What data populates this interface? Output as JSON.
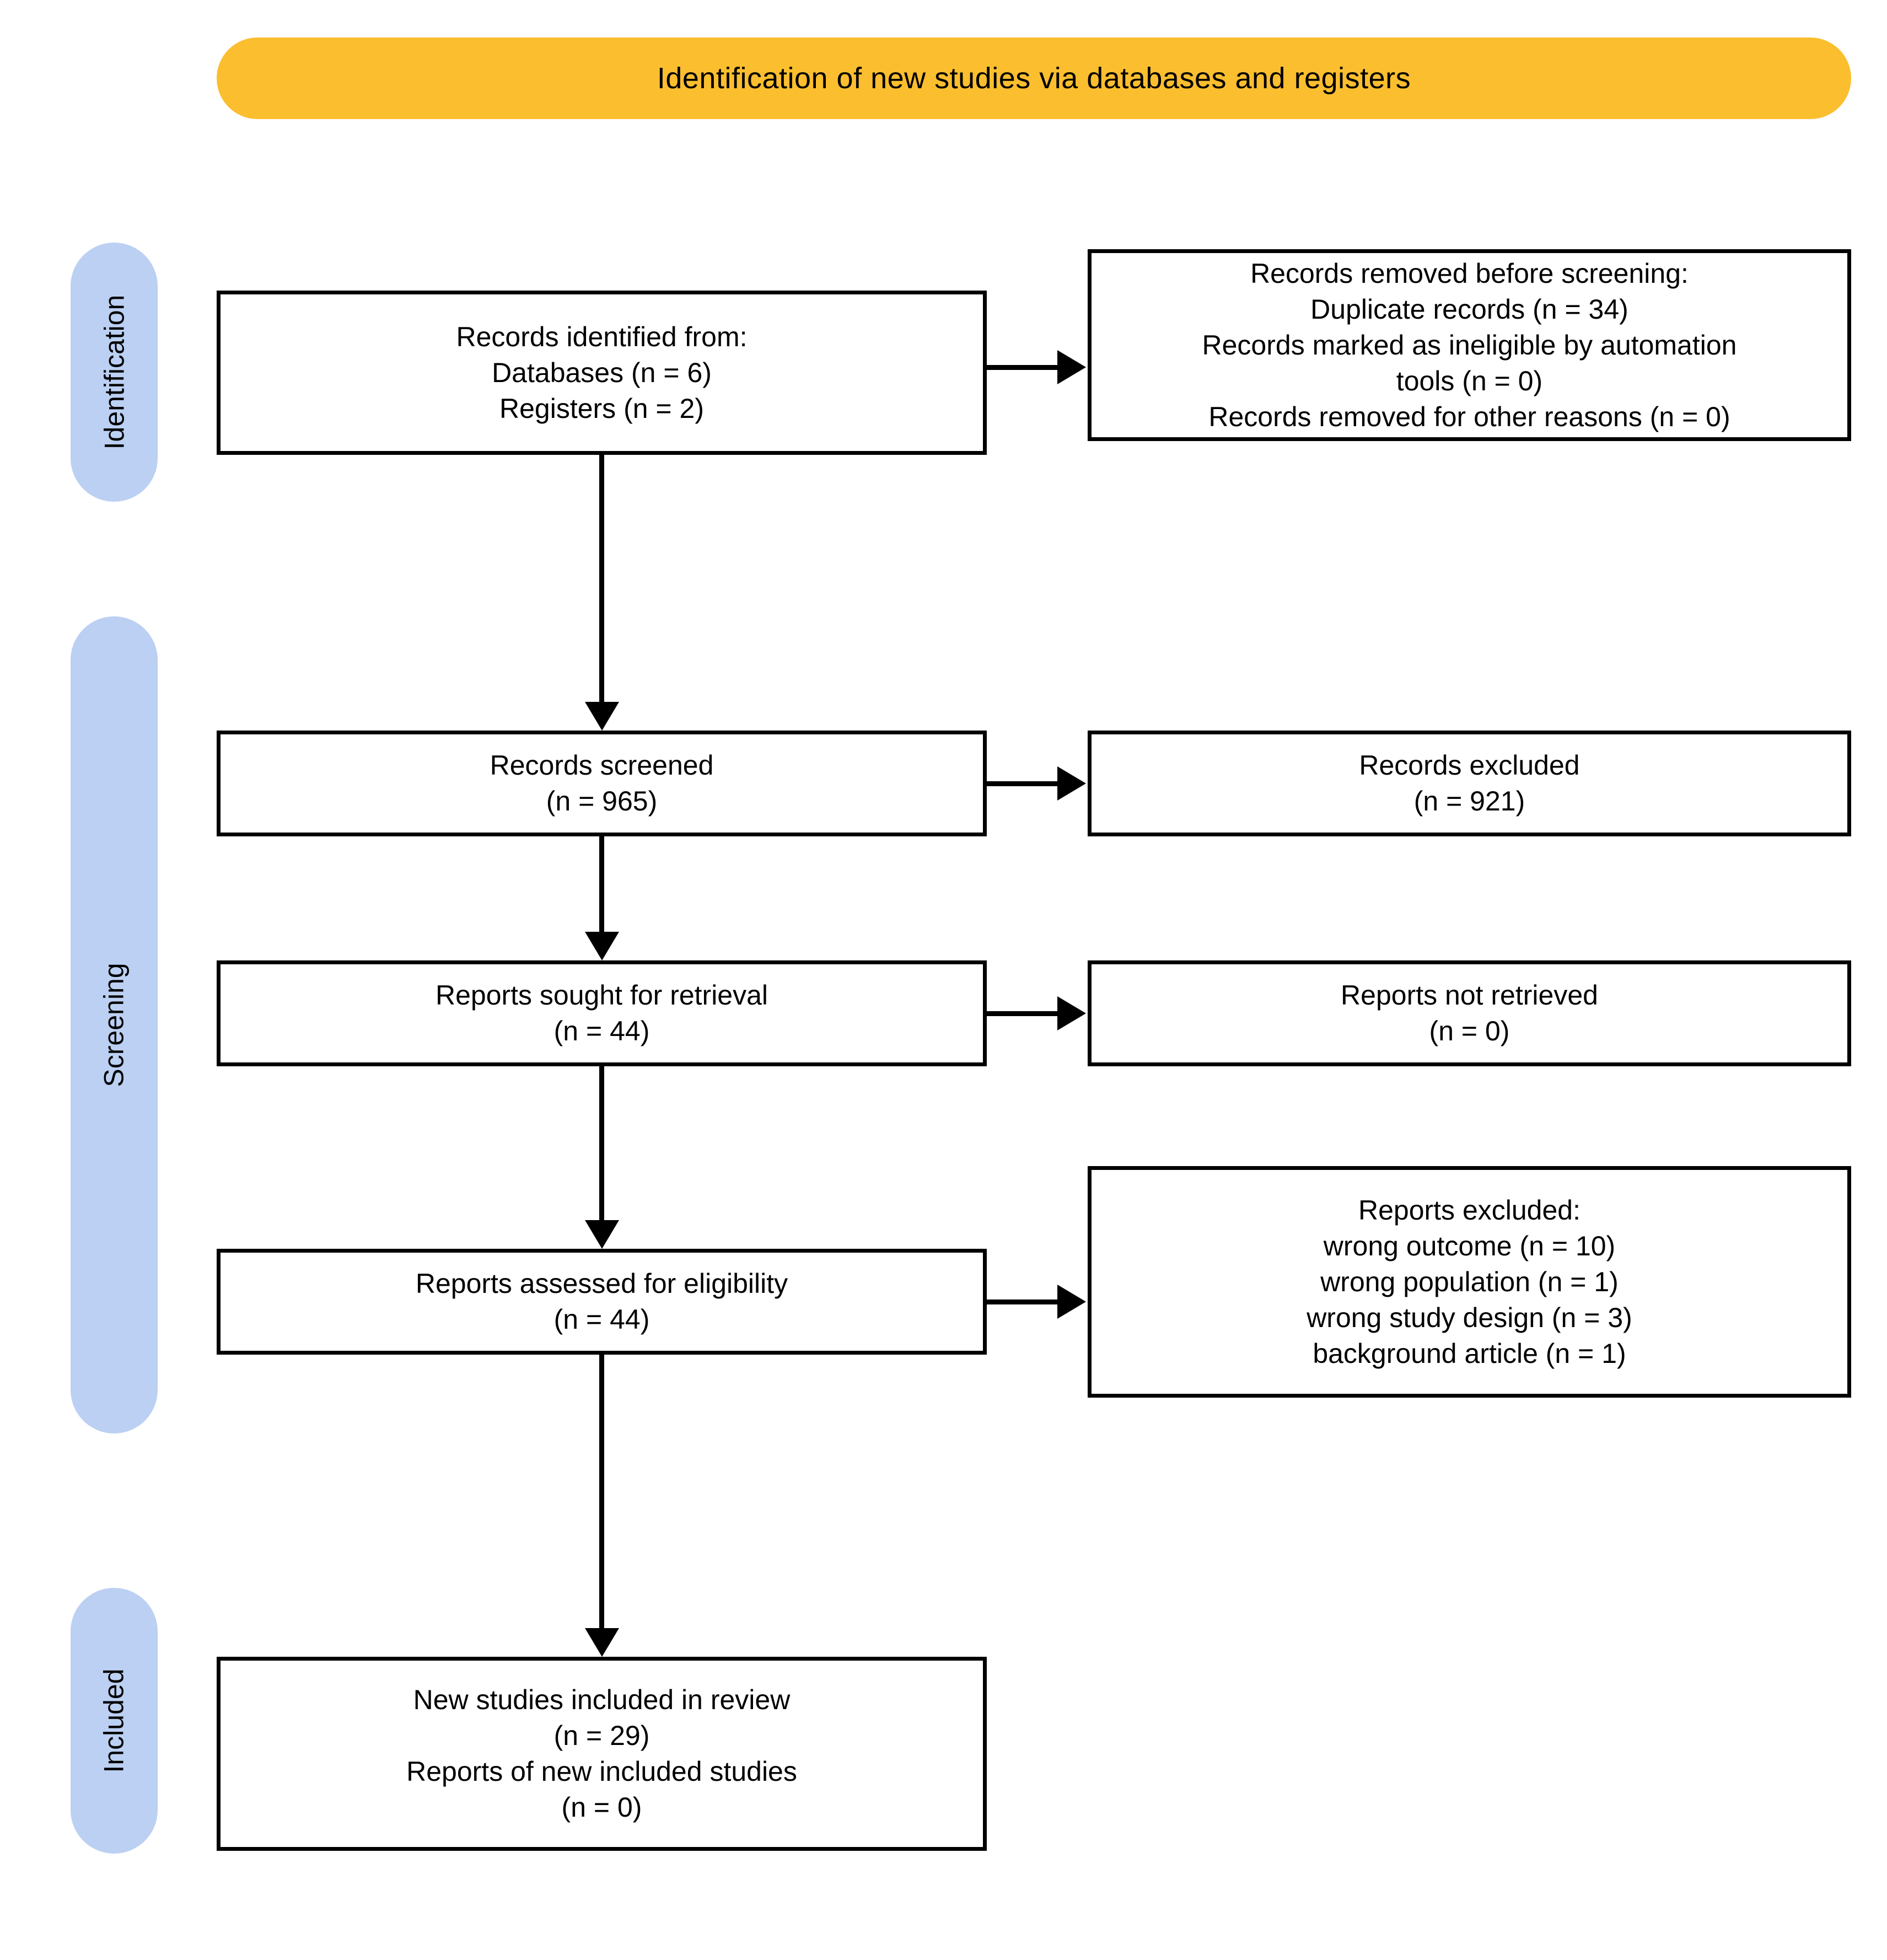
{
  "colors": {
    "banner": "#FBBE2E",
    "stage_pill": "#BBD0F2",
    "box_border": "#000000",
    "text": "#000000",
    "background": "#FFFFFF"
  },
  "header": {
    "title": "Identification of new studies via databases and registers"
  },
  "stages": [
    {
      "id": "identification",
      "label": "Identification"
    },
    {
      "id": "screening",
      "label": "Screening"
    },
    {
      "id": "included",
      "label": "Included"
    }
  ],
  "boxes": {
    "identified": {
      "lines": [
        "Records identified from:",
        "Databases (n = 6)",
        "Registers (n = 2)"
      ]
    },
    "removed_before_screening": {
      "lines": [
        "Records removed before screening:",
        "Duplicate records (n = 34)",
        "Records marked as ineligible by automation",
        "tools (n = 0)",
        "Records removed for other reasons (n = 0)"
      ]
    },
    "screened": {
      "lines": [
        "Records screened",
        "(n = 965)"
      ]
    },
    "records_excluded": {
      "lines": [
        "Records excluded",
        "(n = 921)"
      ]
    },
    "sought_for_retrieval": {
      "lines": [
        "Reports sought for retrieval",
        "(n = 44)"
      ]
    },
    "not_retrieved": {
      "lines": [
        "Reports not retrieved",
        "(n = 0)"
      ]
    },
    "assessed_for_eligibility": {
      "lines": [
        "Reports assessed for eligibility",
        "(n = 44)"
      ]
    },
    "reports_excluded": {
      "lines": [
        "Reports excluded:",
        "wrong outcome (n =  10)",
        "wrong population (n =  1)",
        "wrong study design (n =  3)",
        "background article (n =  1)"
      ]
    },
    "new_studies_included": {
      "lines": [
        "New studies included in review",
        "(n = 29)",
        "Reports of new included studies",
        "(n = 0)"
      ]
    }
  },
  "flow_data": {
    "type": "diagram",
    "diagram_kind": "prisma-flow",
    "counts": {
      "databases": 6,
      "registers": 2,
      "duplicate_records_removed": 34,
      "ineligible_by_automation_tools": 0,
      "removed_other_reasons": 0,
      "records_screened": 965,
      "records_excluded": 921,
      "reports_sought_for_retrieval": 44,
      "reports_not_retrieved": 0,
      "reports_assessed_for_eligibility": 44,
      "excluded_wrong_outcome": 10,
      "excluded_wrong_population": 1,
      "excluded_wrong_study_design": 3,
      "excluded_background_article": 1,
      "new_studies_included_in_review": 29,
      "reports_of_new_included_studies": 0
    },
    "edges": [
      {
        "from": "identified",
        "to": "removed_before_screening",
        "direction": "right"
      },
      {
        "from": "identified",
        "to": "screened",
        "direction": "down"
      },
      {
        "from": "screened",
        "to": "records_excluded",
        "direction": "right"
      },
      {
        "from": "screened",
        "to": "sought_for_retrieval",
        "direction": "down"
      },
      {
        "from": "sought_for_retrieval",
        "to": "not_retrieved",
        "direction": "right"
      },
      {
        "from": "sought_for_retrieval",
        "to": "assessed_for_eligibility",
        "direction": "down"
      },
      {
        "from": "assessed_for_eligibility",
        "to": "reports_excluded",
        "direction": "right"
      },
      {
        "from": "assessed_for_eligibility",
        "to": "new_studies_included",
        "direction": "down"
      }
    ]
  }
}
